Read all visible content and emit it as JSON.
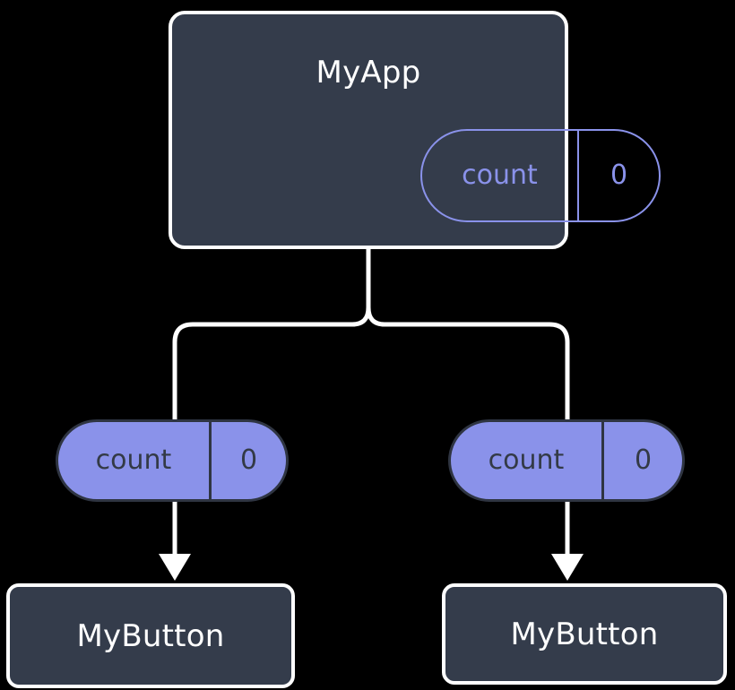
{
  "diagram": {
    "type": "component-tree",
    "title": "React component tree with prop drilling",
    "colors": {
      "background": "#000000",
      "component_fill": "#343c4b",
      "component_border": "#ffffff",
      "component_text": "#ffffff",
      "state_outline": "#8a92ea",
      "prop_fill": "#8a92ea",
      "prop_border": "#2f3542",
      "prop_text": "#333a46",
      "edge": "#ffffff"
    }
  },
  "nodes": {
    "root": {
      "label": "MyApp",
      "state": {
        "key": "count",
        "value": "0"
      }
    },
    "children": [
      {
        "label": "MyButton",
        "prop": {
          "key": "count",
          "value": "0"
        }
      },
      {
        "label": "MyButton",
        "prop": {
          "key": "count",
          "value": "0"
        }
      }
    ]
  },
  "edges": [
    {
      "from": "MyApp",
      "to": "MyButton (left)",
      "style": "elbow"
    },
    {
      "from": "MyApp",
      "to": "MyButton (right)",
      "style": "elbow"
    },
    {
      "from": "count prop (left)",
      "to": "MyButton (left)",
      "style": "arrow"
    },
    {
      "from": "count prop (right)",
      "to": "MyButton (right)",
      "style": "arrow"
    }
  ]
}
